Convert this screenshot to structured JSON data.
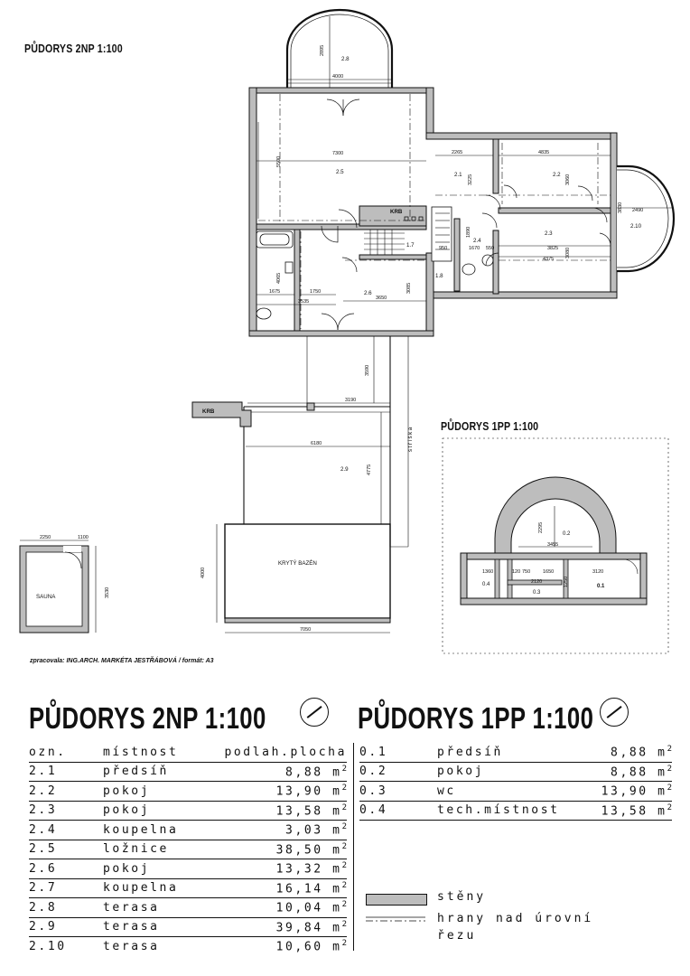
{
  "drawing": {
    "title_2np": "PŮDORYS 2NP   1:100",
    "title_1pp": "PŮDORYS 1PP   1:100",
    "prepared_by": "zpracovala:  ING.ARCH. MARKÉTA JESTŘÁBOVÁ / formát: A3",
    "sauna_label": "SAUNA",
    "pool_label": "KRYTÝ BAZÉN",
    "krb_label": "KRB",
    "striska_label": "stříška",
    "room_tags_2np": [
      "2.1",
      "2.2",
      "2.3",
      "2.4",
      "2.5",
      "2.6",
      "1.7",
      "1.8",
      "2.8",
      "2.9",
      "2.10"
    ],
    "room_tags_1pp": [
      "0.1",
      "0.2",
      "0.3",
      "0.4"
    ],
    "dims_2np": [
      "2895",
      "4000",
      "7300",
      "5500",
      "2265",
      "4835",
      "3225",
      "3060",
      "3830",
      "2490",
      "1890",
      "1670",
      "550",
      "950",
      "3825",
      "4375",
      "3080",
      "4065",
      "1675",
      "1750",
      "3535",
      "3650",
      "3085",
      "3590",
      "3190",
      "6180",
      "4775",
      "2250",
      "1100",
      "3530",
      "4000",
      "7050"
    ],
    "dims_1pp": [
      "2295",
      "3455",
      "1360",
      "120",
      "750",
      "1650",
      "2120",
      "1250",
      "3120"
    ]
  },
  "table_2np": {
    "title": "PŮDORYS 2NP   1:100",
    "headers": {
      "id": "ozn.",
      "name": "místnost",
      "area": "podlah.plocha"
    },
    "rows": [
      {
        "id": "2.1",
        "name": "předsíň",
        "area": "8,88 m"
      },
      {
        "id": "2.2",
        "name": "pokoj",
        "area": "13,90 m"
      },
      {
        "id": "2.3",
        "name": "pokoj",
        "area": "13,58 m"
      },
      {
        "id": "2.4",
        "name": "koupelna",
        "area": "3,03 m"
      },
      {
        "id": "2.5",
        "name": "ložnice",
        "area": "38,50 m"
      },
      {
        "id": "2.6",
        "name": "pokoj",
        "area": "13,32 m"
      },
      {
        "id": "2.7",
        "name": "koupelna",
        "area": "16,14 m"
      },
      {
        "id": "2.8",
        "name": "terasa",
        "area": "10,04 m"
      },
      {
        "id": "2.9",
        "name": "terasa",
        "area": "39,84 m"
      },
      {
        "id": "2.10",
        "name": "terasa",
        "area": "10,60 m"
      }
    ]
  },
  "table_1pp": {
    "title": "PŮDORYS 1PP   1:100",
    "rows": [
      {
        "id": "0.1",
        "name": "předsíň",
        "area": "8,88 m"
      },
      {
        "id": "0.2",
        "name": "pokoj",
        "area": "8,88 m"
      },
      {
        "id": "0.3",
        "name": "wc",
        "area": "13,90 m"
      },
      {
        "id": "0.4",
        "name": "tech.místnost",
        "area": "13,58 m"
      }
    ]
  },
  "legend": {
    "walls": "stěny",
    "edges_line1": "hrany nad úrovní",
    "edges_line2": "řezu"
  },
  "colors": {
    "wall_fill": "#bdbdbd",
    "line": "#111111",
    "paper": "#ffffff"
  }
}
